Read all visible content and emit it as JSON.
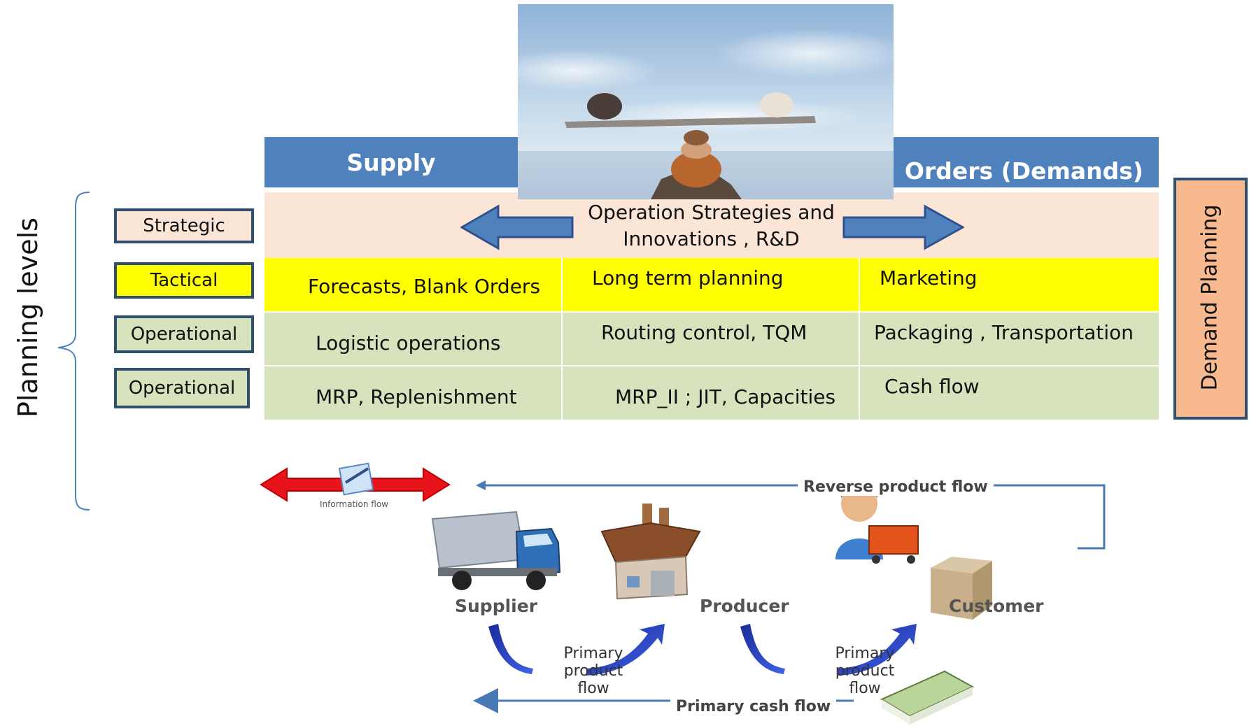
{
  "header": {
    "supply": "Supply",
    "orders": "Orders (Demands)"
  },
  "levels": {
    "strategic": "Strategic",
    "tactical": "Tactical",
    "operational_1": "Operational",
    "operational_2": "Operational"
  },
  "planning_levels_label": "Planning levels",
  "demand_planning_label": "Demand Planning",
  "grid": {
    "strategic_center": [
      "Operation Strategies and",
      "Innovations , R&D"
    ],
    "tactical": [
      "Forecasts, Blank Orders",
      "Long term planning",
      "Marketing"
    ],
    "operational_1": [
      "Logistic operations",
      "Routing control, TQM",
      "Packaging , Transportation"
    ],
    "operational_2": [
      "MRP, Replenishment",
      "MRP_II ; JIT, Capacities",
      "Cash flow"
    ]
  },
  "flow": {
    "information_flow": "Information flow",
    "reverse_product_flow": "Reverse product flow",
    "supplier": "Supplier",
    "producer": "Producer",
    "customer": "Customer",
    "primary_product_flow": [
      "Primary",
      "product",
      "flow"
    ],
    "primary_cash_flow": "Primary cash flow"
  },
  "colors": {
    "header_blue": "#4f81bd",
    "strategic_bg": "#fbe5d6",
    "tactical_bg": "#ffff00",
    "operational_bg": "#d6e3bc",
    "demand_bg": "#f8b98e",
    "flow_line": "#4a7ab5",
    "info_arrow": "#e8141c"
  }
}
